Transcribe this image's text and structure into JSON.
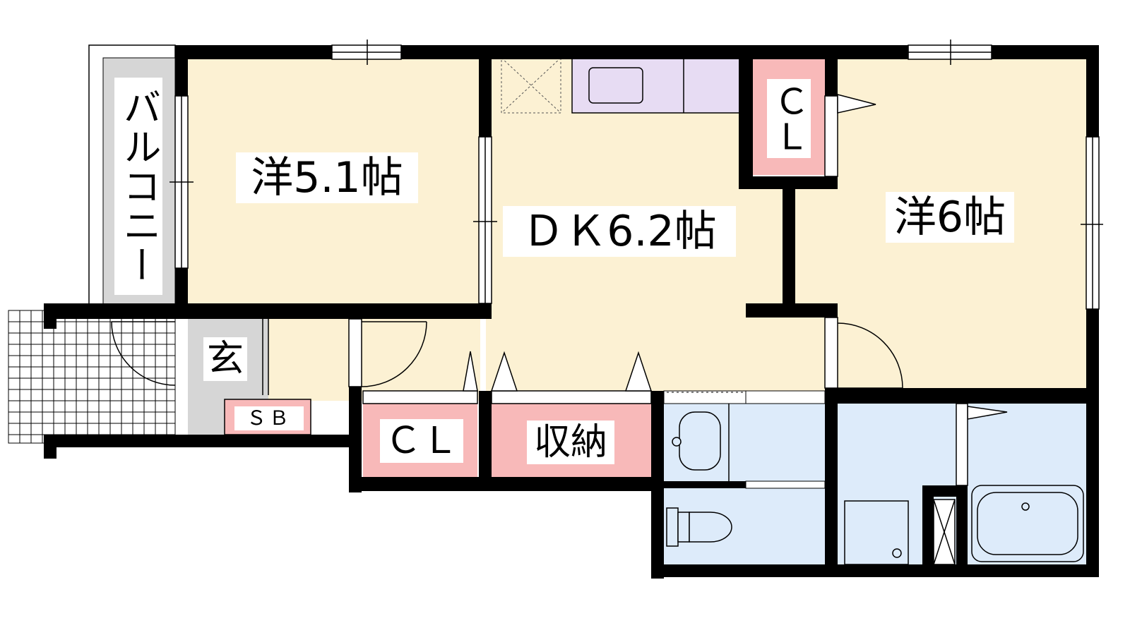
{
  "labels": {
    "balcony": "バルコニー",
    "western_room_1": "洋5.1帖",
    "dining_kitchen": "ＤＫ6.2帖",
    "western_room_2": "洋6帖",
    "closet_upper": "ＣＬ",
    "entrance": "玄",
    "shoe_box": "ＳＢ",
    "closet_lower": "ＣＬ",
    "storage": "収納"
  },
  "colors": {
    "wall": "#000000",
    "room_floor": "#fcf1d3",
    "balcony_floor": "#d6d6d6",
    "entrance_floor": "#d6d6d6",
    "closet_fill": "#f8b9b9",
    "kitchen_fill": "#e7dcf3",
    "wet_area_fill": "#ddebfa"
  }
}
